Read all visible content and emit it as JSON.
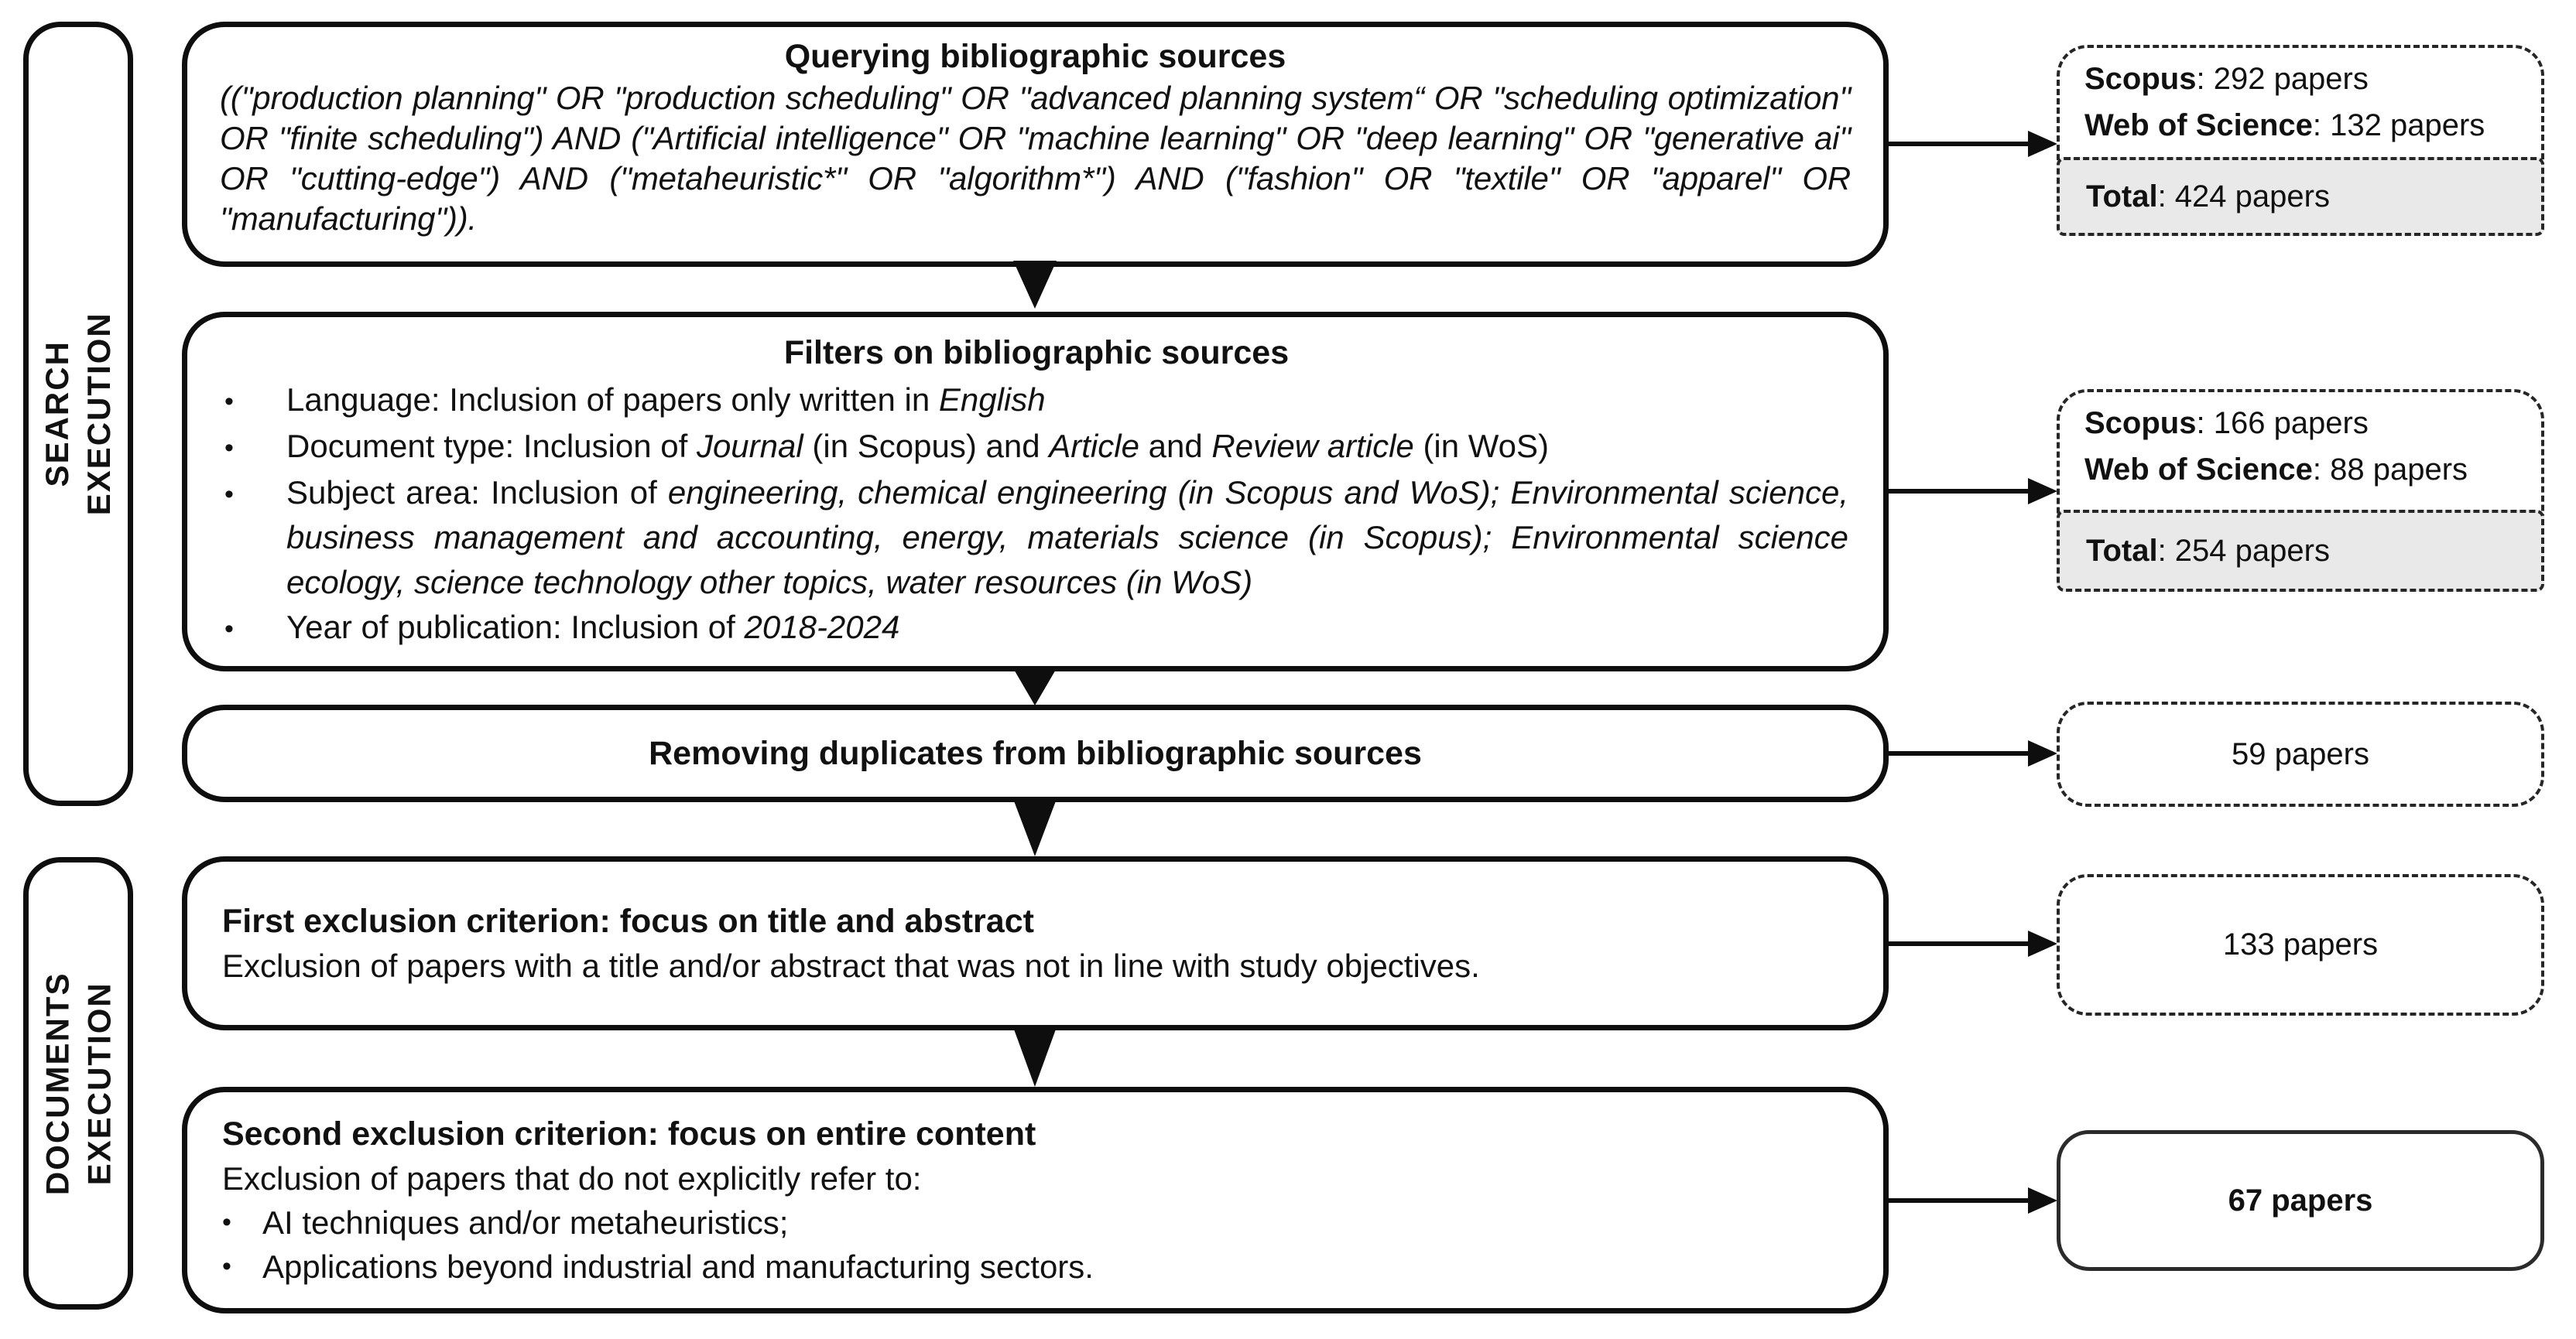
{
  "ui": {
    "bullet_char": "•"
  },
  "colors": {
    "line": "#0e0e0e",
    "dashed_border": "#262626",
    "total_fill": "#e9e9e9",
    "text": "#111111",
    "background": "#ffffff"
  },
  "left_labels": [
    {
      "text": "SEARCH\nEXECUTION"
    },
    {
      "text": "DOCUMENTS\nEXECUTION"
    }
  ],
  "main_boxes": [
    {
      "title": "Querying bibliographic sources",
      "body_runs": [
        {
          "text": "((\"production planning\" OR \"production scheduling\" OR \"advanced planning system“ OR \"scheduling optimization\" OR \"finite scheduling\") AND (\"Artificial intelligence\" OR \"machine learning\" OR \"deep learning\" OR \"generative ai\" OR \"cutting-edge\") AND (\"metaheuristic*\" OR \"algorithm*\") AND (\"fashion\" OR \"textile\" OR \"apparel\" OR \"manufacturing\")).",
          "italic": true
        }
      ]
    },
    {
      "title": "Filters on bibliographic sources",
      "bullets": [
        {
          "runs": [
            {
              "text": "Language: Inclusion of papers only written in "
            },
            {
              "text": "English",
              "italic": true
            }
          ]
        },
        {
          "runs": [
            {
              "text": "Document type: Inclusion of "
            },
            {
              "text": "Journal",
              "italic": true
            },
            {
              "text": " (in Scopus) and "
            },
            {
              "text": "Article",
              "italic": true
            },
            {
              "text": " and "
            },
            {
              "text": "Review article",
              "italic": true
            },
            {
              "text": " (in WoS)"
            }
          ]
        },
        {
          "runs": [
            {
              "text": "Subject area: Inclusion of "
            },
            {
              "text": "engineering, chemical engineering (in Scopus and WoS); Environmental science, business management and accounting, energy, materials science (in Scopus); Environmental science ecology, science technology other topics, water resources (in WoS)",
              "italic": true
            }
          ]
        },
        {
          "runs": [
            {
              "text": "Year of publication: Inclusion of "
            },
            {
              "text": "2018-2024",
              "italic": true
            }
          ]
        }
      ]
    },
    {
      "title": "Removing duplicates from bibliographic sources"
    },
    {
      "title": "First exclusion criterion: focus on title and abstract",
      "body": "Exclusion of papers with a title and/or abstract that was not in line with study objectives."
    },
    {
      "title": "Second exclusion criterion: focus on entire content",
      "body": "Exclusion of papers that do not explicitly refer to:",
      "bullets": [
        {
          "runs": [
            {
              "text": "AI techniques and/or metaheuristics;"
            }
          ]
        },
        {
          "runs": [
            {
              "text": "Applications beyond industrial and manufacturing sectors."
            }
          ]
        }
      ]
    }
  ],
  "result_boxes": [
    {
      "rows": [
        {
          "label": "Scopus",
          "value": ": 292 papers"
        },
        {
          "label": "Web of Science",
          "value": ": 132 papers"
        }
      ],
      "total_label": "Total",
      "total_value": ": 424 papers"
    },
    {
      "rows": [
        {
          "label": "Scopus",
          "value": ": 166 papers"
        },
        {
          "label": "Web of Science",
          "value": ": 88 papers"
        }
      ],
      "total_label": "Total",
      "total_value": ": 254 papers"
    },
    {
      "text": "59 papers"
    },
    {
      "text": "133 papers"
    },
    {
      "text": "67 papers"
    }
  ]
}
